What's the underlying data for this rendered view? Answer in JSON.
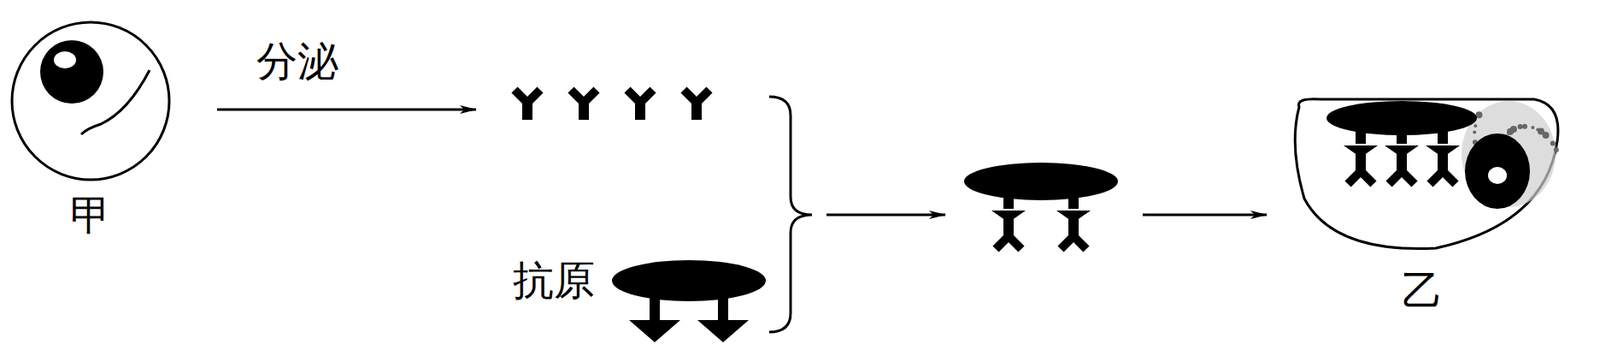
{
  "diagram": {
    "nodes": [
      {
        "text": [
          "甲"
        ]
      },
      {
        "text": [
          "抗原"
        ]
      },
      {
        "text": [
          "乙"
        ]
      }
    ],
    "labels": [
      "分泌"
    ]
  }
}
